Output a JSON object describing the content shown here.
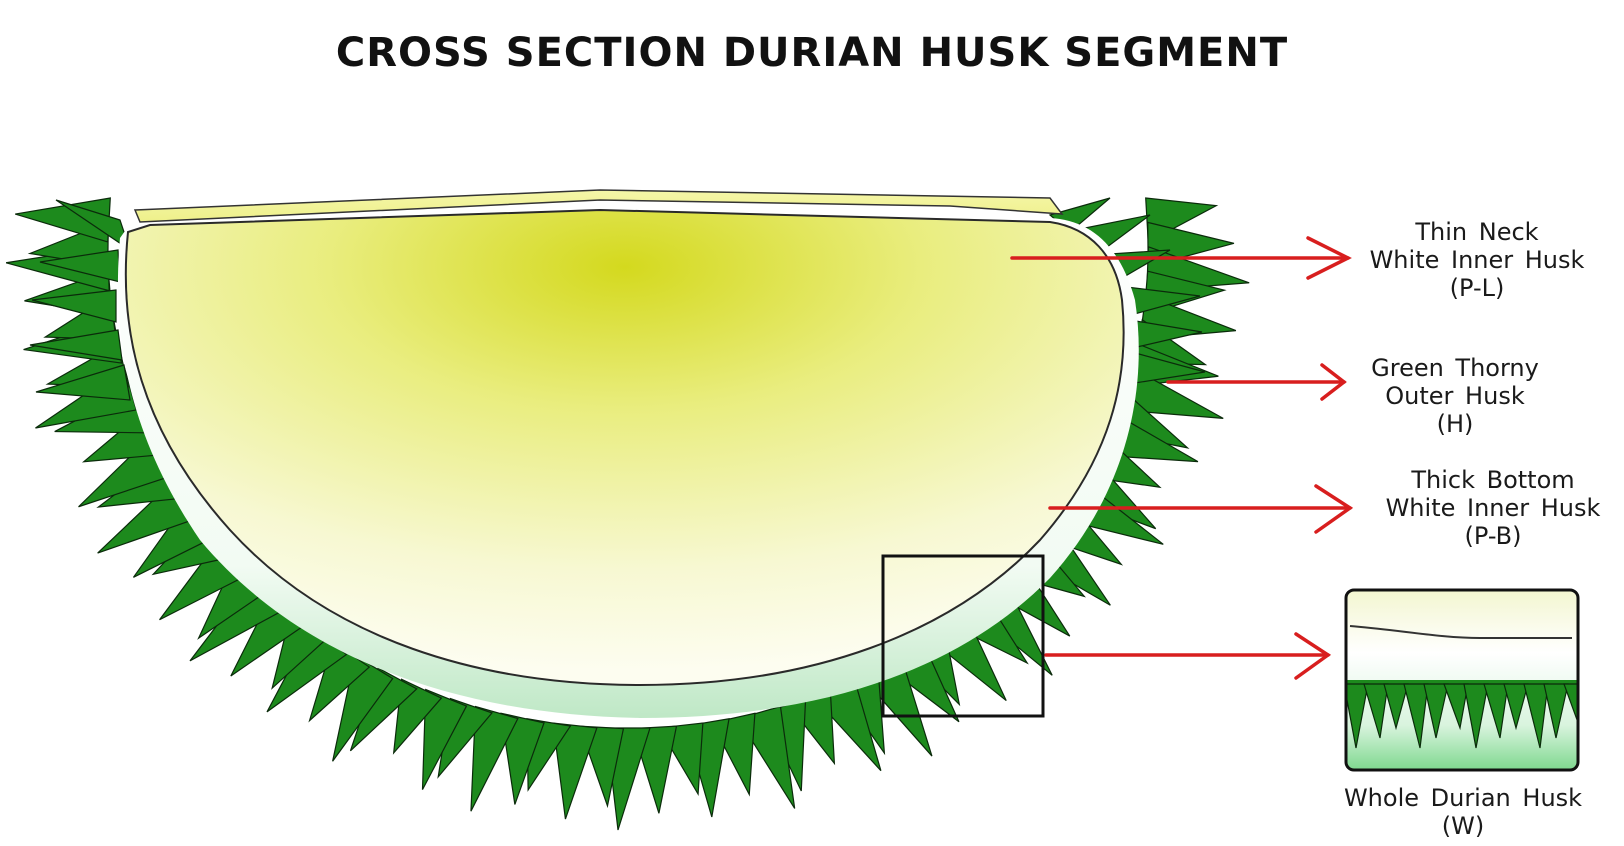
{
  "title": "CROSS SECTION DURIAN HUSK SEGMENT",
  "labels": {
    "thin_neck": [
      "Thin Neck",
      "White Inner Husk",
      "(P-L)"
    ],
    "outer_husk": [
      "Green Thorny",
      "Outer Husk",
      "(H)"
    ],
    "thick_bottom": [
      "Thick Bottom",
      "White Inner Husk",
      "(P-B)"
    ],
    "whole_husk": [
      "Whole Durian Husk",
      "(W)"
    ]
  },
  "colors": {
    "spike_fill": "#1d8a1d",
    "spike_stroke": "#0b2b0b",
    "flesh_center": "#d8dc22",
    "flesh_edge": "#fbfbe6",
    "white_husk": "#eefaf0",
    "arrow": "#d81e1e",
    "outline": "#222222"
  }
}
